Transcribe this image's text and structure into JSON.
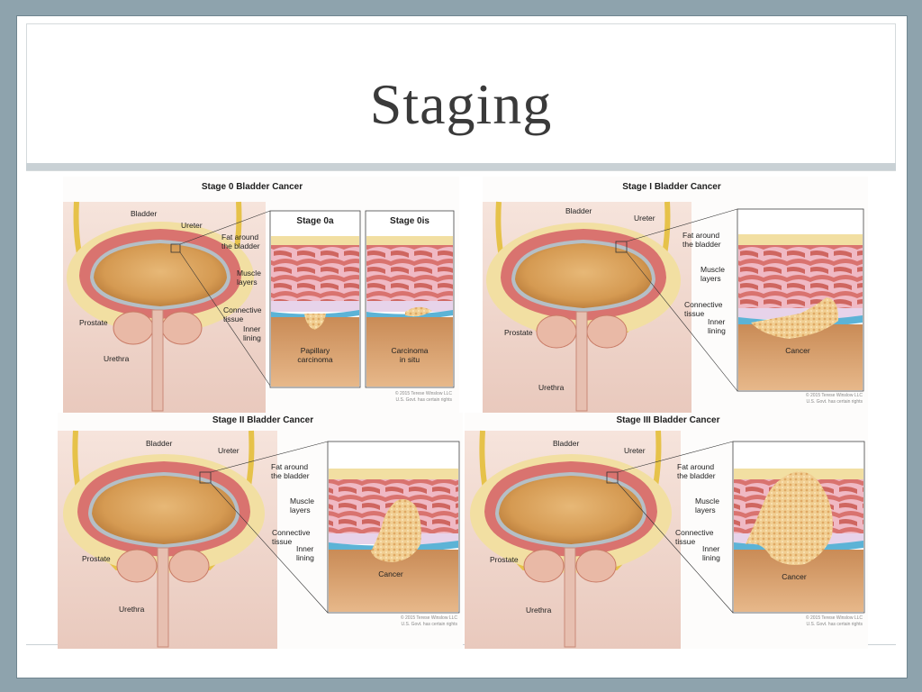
{
  "slide": {
    "title": "Staging"
  },
  "panels": [
    {
      "title": "Stage 0 Bladder Cancer",
      "labels": {
        "bladder": "Bladder",
        "ureter": "Ureter",
        "fat_l1": "Fat around",
        "fat_l2": "the bladder",
        "muscle_l1": "Muscle",
        "muscle_l2": "layers",
        "conn_l1": "Connective",
        "conn_l2": "tissue",
        "inner_l1": "Inner",
        "inner_l2": "lining",
        "prostate": "Prostate",
        "urethra": "Urethra"
      },
      "inset_a": {
        "title": "Stage 0a",
        "cancer_l1": "Papillary",
        "cancer_l2": "carcinoma"
      },
      "inset_b": {
        "title": "Stage 0is",
        "cancer_l1": "Carcinoma",
        "cancer_l2": "in situ"
      },
      "copyright_l1": "© 2015 Terese Winslow LLC",
      "copyright_l2": "U.S. Govt. has certain rights"
    },
    {
      "title": "Stage I Bladder Cancer",
      "labels": {
        "bladder": "Bladder",
        "ureter": "Ureter",
        "fat_l1": "Fat around",
        "fat_l2": "the bladder",
        "muscle_l1": "Muscle",
        "muscle_l2": "layers",
        "conn_l1": "Connective",
        "conn_l2": "tissue",
        "inner_l1": "Inner",
        "inner_l2": "lining",
        "prostate": "Prostate",
        "urethra": "Urethra",
        "cancer": "Cancer"
      },
      "copyright_l1": "© 2015 Terese Winslow LLC",
      "copyright_l2": "U.S. Govt. has certain rights"
    },
    {
      "title": "Stage II Bladder Cancer",
      "labels": {
        "bladder": "Bladder",
        "ureter": "Ureter",
        "fat_l1": "Fat around",
        "fat_l2": "the bladder",
        "muscle_l1": "Muscle",
        "muscle_l2": "layers",
        "conn_l1": "Connective",
        "conn_l2": "tissue",
        "inner_l1": "Inner",
        "inner_l2": "lining",
        "prostate": "Prostate",
        "urethra": "Urethra",
        "cancer": "Cancer"
      },
      "copyright_l1": "© 2015 Terese Winslow LLC",
      "copyright_l2": "U.S. Govt. has certain rights"
    },
    {
      "title": "Stage III Bladder Cancer",
      "labels": {
        "bladder": "Bladder",
        "ureter": "Ureter",
        "fat_l1": "Fat around",
        "fat_l2": "the bladder",
        "muscle_l1": "Muscle",
        "muscle_l2": "layers",
        "conn_l1": "Connective",
        "conn_l2": "tissue",
        "inner_l1": "Inner",
        "inner_l2": "lining",
        "prostate": "Prostate",
        "urethra": "Urethra",
        "cancer": "Cancer"
      },
      "copyright_l1": "© 2015 Terese Winslow LLC",
      "copyright_l2": "U.S. Govt. has certain rights"
    }
  ],
  "colors": {
    "background": "#8ea3ad",
    "bladder_interior": "#d9a45e",
    "muscle": "#d9736f",
    "fat": "#f2dfa2",
    "connective": "#e7d3ea",
    "inner_lining": "#5cb3d6",
    "tumor": "#f1cf93"
  }
}
